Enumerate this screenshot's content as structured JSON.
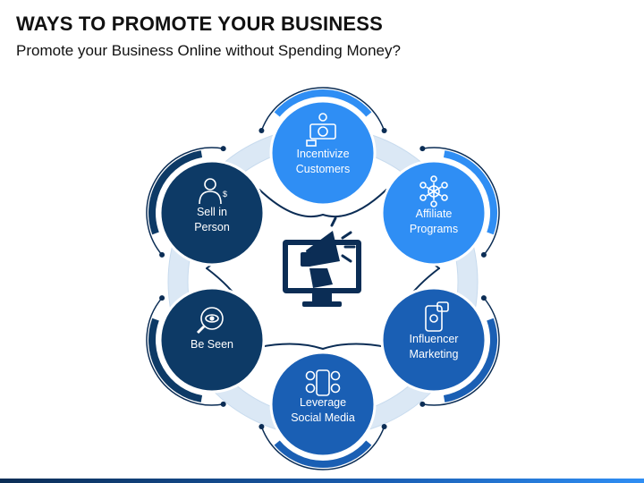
{
  "title": "WAYS TO PROMOTE YOUR BUSINESS",
  "subtitle": "Promote your Business Online without Spending Money?",
  "center_icon": "megaphone-monitor-icon",
  "nodes": [
    {
      "id": "incentivize",
      "lines": [
        "Incentivize",
        "Customers"
      ],
      "icon": "money-gift-icon",
      "color": "#2f8ef4"
    },
    {
      "id": "affiliate",
      "lines": [
        "Affiliate",
        "Programs"
      ],
      "icon": "network-icon",
      "color": "#2f8ef4"
    },
    {
      "id": "influencer",
      "lines": [
        "Influencer",
        "Marketing"
      ],
      "icon": "phone-influencer-icon",
      "color": "#1a5fb4"
    },
    {
      "id": "social",
      "lines": [
        "Leverage",
        "Social Media"
      ],
      "icon": "social-phone-icon",
      "color": "#1a5fb4"
    },
    {
      "id": "be-seen",
      "lines": [
        "Be Seen"
      ],
      "icon": "eye-magnifier-icon",
      "color": "#0d3a66"
    },
    {
      "id": "sell",
      "lines": [
        "Sell in",
        "Person"
      ],
      "icon": "salesman-icon",
      "color": "#0d3a66"
    }
  ],
  "colors": {
    "ring": "#dbe8f5",
    "connector": "#0b2d55",
    "center_icon": "#0b2d55"
  }
}
